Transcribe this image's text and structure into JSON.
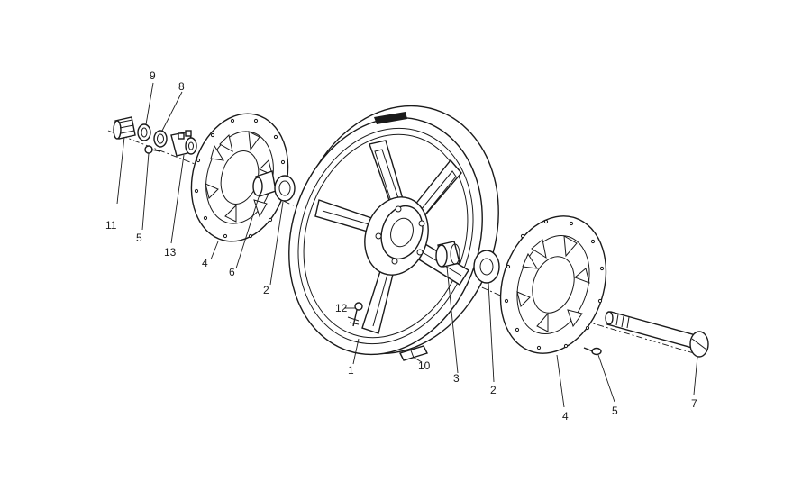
{
  "callouts": [
    {
      "id": "c11",
      "label": "11"
    },
    {
      "id": "c9",
      "label": "9"
    },
    {
      "id": "c8",
      "label": "8"
    },
    {
      "id": "c5a",
      "label": "5"
    },
    {
      "id": "c13",
      "label": "13"
    },
    {
      "id": "c4a",
      "label": "4"
    },
    {
      "id": "c6",
      "label": "6"
    },
    {
      "id": "c2a",
      "label": "2"
    },
    {
      "id": "c12",
      "label": "12"
    },
    {
      "id": "c1",
      "label": "1"
    },
    {
      "id": "c10",
      "label": "10"
    },
    {
      "id": "c3",
      "label": "3"
    },
    {
      "id": "c2b",
      "label": "2"
    },
    {
      "id": "c4b",
      "label": "4"
    },
    {
      "id": "c5b",
      "label": "5"
    },
    {
      "id": "c7",
      "label": "7"
    }
  ]
}
